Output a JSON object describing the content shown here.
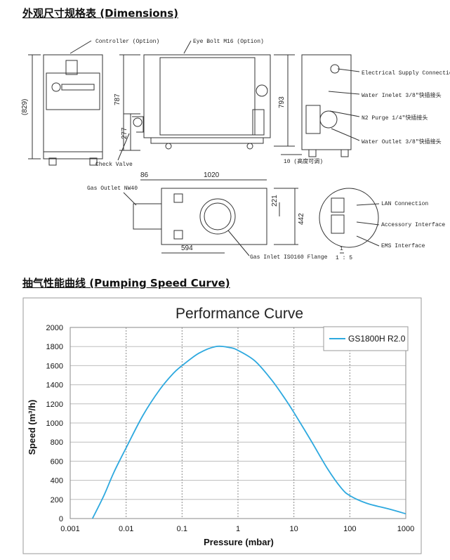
{
  "sections": {
    "dimensions_title": "外观尺寸规格表 (Dimensions)",
    "curve_title": "抽气性能曲线 (Pumping Speed Curve)"
  },
  "drawing": {
    "labels": {
      "controller": "Controller (Option)",
      "eye_bolt": "Eye Bolt M16 (Option)",
      "electrical": "Electrical Supply Connection",
      "water_inlet": "Water Inelet 3/8\"快插接头",
      "n2_purge": "N2 Purge 1/4\"快插接头",
      "water_outlet": "Water Outlet 3/8\"快插接头",
      "check_valve": "Check Valve",
      "gas_outlet": "Gas Outlet NW40",
      "gas_inlet": "Gas Inlet ISO160 Flange",
      "lan": "LAN Connection",
      "accessory": "Accessory Interface",
      "ems": "EMS Interface",
      "height_note": "10 (高度可调)",
      "scale_top": "1",
      "scale_bottom": "1 : 5"
    },
    "dims": {
      "d829": "(829)",
      "d787": "787",
      "d277": "277",
      "d793": "793",
      "d86": "86",
      "d1020": "1020",
      "d221": "221",
      "d442": "442",
      "d594": "594"
    }
  },
  "chart_data": {
    "type": "line",
    "title": "Performance Curve",
    "xlabel": "Pressure (mbar)",
    "ylabel": "Speed (m³/h)",
    "xscale": "log",
    "xlim": [
      0.001,
      1000
    ],
    "ylim": [
      0,
      2000
    ],
    "yticks": [
      0,
      200,
      400,
      600,
      800,
      1000,
      1200,
      1400,
      1600,
      1800,
      2000
    ],
    "xticks": [
      0.001,
      0.01,
      0.1,
      1,
      10,
      100,
      1000
    ],
    "xtick_labels": [
      "0.001",
      "0.01",
      "0.1",
      "1",
      "10",
      "100",
      "1000"
    ],
    "grid": true,
    "legend_position": "top-right",
    "series": [
      {
        "name": "GS1800H R2.0",
        "color": "#2ea9df",
        "x": [
          0.0025,
          0.004,
          0.006,
          0.01,
          0.02,
          0.04,
          0.07,
          0.1,
          0.2,
          0.4,
          0.7,
          1,
          2,
          4,
          7,
          10,
          20,
          40,
          70,
          100,
          200,
          500,
          1000
        ],
        "y": [
          0,
          240,
          480,
          740,
          1080,
          1350,
          1520,
          1600,
          1730,
          1800,
          1790,
          1760,
          1650,
          1450,
          1250,
          1110,
          820,
          520,
          320,
          240,
          160,
          100,
          50
        ]
      }
    ]
  }
}
